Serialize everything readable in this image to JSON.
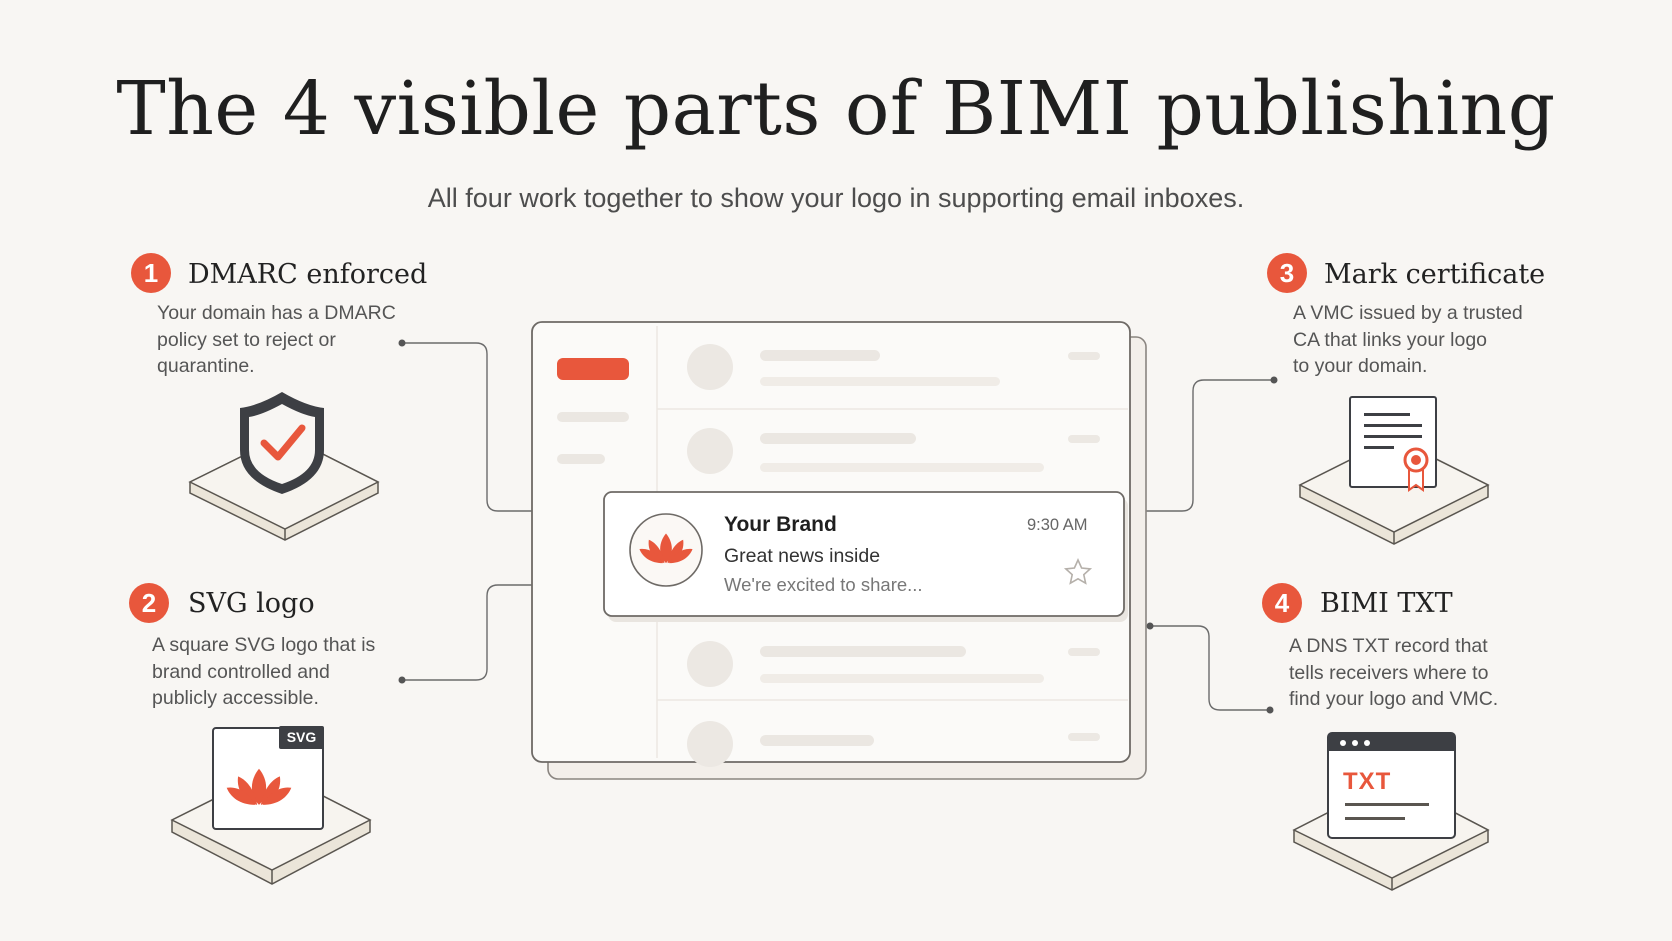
{
  "header": {
    "title": "The 4 visible parts of BIMI publishing",
    "subtitle": "All four work together to show your logo in supporting email inboxes."
  },
  "parts": [
    {
      "number": "1",
      "title": "DMARC enforced",
      "lines": [
        "Your domain has a DMARC",
        "policy set to reject or",
        "quarantine."
      ],
      "icon": "shield-check-icon"
    },
    {
      "number": "2",
      "title": "SVG logo",
      "lines": [
        "A square SVG logo that is",
        "brand controlled and",
        "publicly accessible."
      ],
      "icon": "svg-file-icon",
      "badge": "SVG"
    },
    {
      "number": "3",
      "title": "Mark certificate",
      "lines": [
        "A VMC issued by a trusted",
        "CA that links your logo",
        "to your domain."
      ],
      "icon": "certificate-icon"
    },
    {
      "number": "4",
      "title": "BIMI TXT",
      "lines": [
        "A DNS TXT record that",
        "tells receivers where to",
        "find your logo and VMC."
      ],
      "icon": "txt-record-icon",
      "badge": "TXT"
    }
  ],
  "email": {
    "sender": "Your Brand",
    "time": "9:30 AM",
    "subject": "Great news inside",
    "preview": "We're excited to share..."
  },
  "colors": {
    "accent": "#e8573c",
    "background": "#f8f6f3",
    "ink": "#3d3f44"
  }
}
